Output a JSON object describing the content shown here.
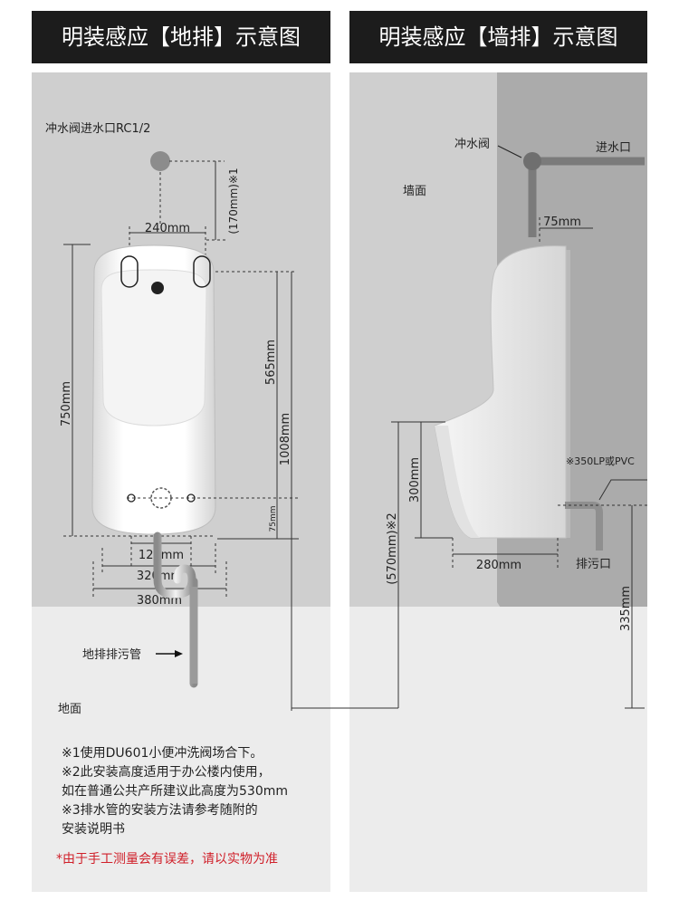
{
  "titles": {
    "floor": "明装感应【地排】示意图",
    "wall": "明装感应【墙排】示意图"
  },
  "floor_diagram": {
    "inlet_label": "冲水阀进水口RC1/2",
    "dim_240": "240mm",
    "dim_170": "(170mm)※1",
    "dim_565": "565mm",
    "dim_1008": "1008mm",
    "dim_750": "750mm",
    "dim_75": "75mm",
    "dim_120": "120mm",
    "dim_320": "320mm",
    "dim_380": "380mm",
    "drain_label": "地排排污管",
    "floor_label": "地面"
  },
  "wall_diagram": {
    "valve_label": "冲水阀",
    "inlet_label": "进水口",
    "wall_label": "墙面",
    "dim_75": "75mm",
    "dim_300": "300mm",
    "dim_570": "(570mm)※2",
    "dim_280": "280mm",
    "pipe_label": "※350LP或PVC",
    "drain_label": "排污口",
    "dim_335": "335mm"
  },
  "notes": [
    "※1使用DU601小便冲洗阀场合下。",
    "※2此安装高度适用于办公楼内使用，",
    "如在普通公共产所建议此高度为530mm",
    "※3排水管的安装方法请参考随附的",
    "安装说明书"
  ],
  "warning": "*由于手工测量会有误差，请以实物为准",
  "colors": {
    "panel_bg": "#cfcfcf",
    "wall_dark": "#ababab",
    "title_bg": "#1c1c1c",
    "warning": "#d0202a",
    "inlet_pipe": "#7b7b7b"
  }
}
